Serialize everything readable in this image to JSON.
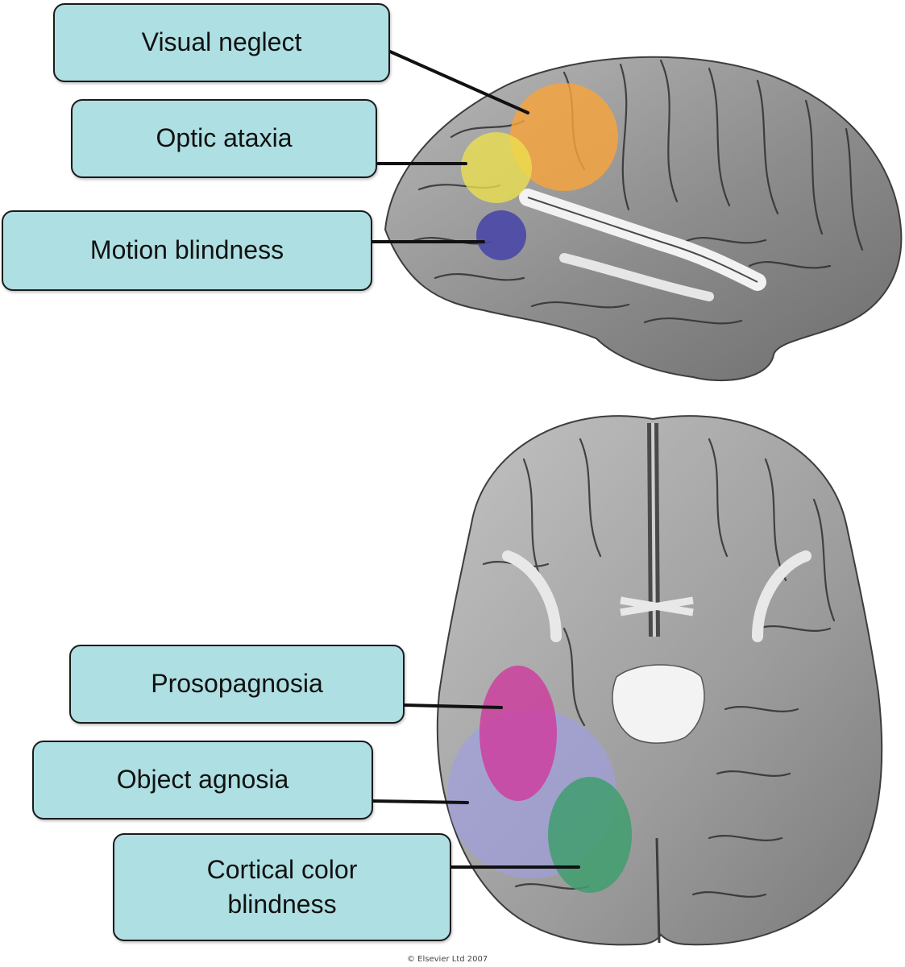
{
  "diagram": {
    "labels": {
      "visual_neglect": "Visual neglect",
      "optic_ataxia": "Optic ataxia",
      "motion_blindness": "Motion blindness",
      "prosopagnosia": "Prosopagnosia",
      "object_agnosia": "Object agnosia",
      "cortical_color_blindness_line1": "Cortical color",
      "cortical_color_blindness_line2": "blindness"
    },
    "region_colors": {
      "visual_neglect": "#f7a33c",
      "optic_ataxia": "#ece04e",
      "motion_blindness": "#4a47a8",
      "prosopagnosia": "#cc3f9f",
      "object_agnosia": "#a09ee6",
      "cortical_color_blindness": "#3f9e6e"
    },
    "copyright": "© Elsevier Ltd 2007"
  }
}
